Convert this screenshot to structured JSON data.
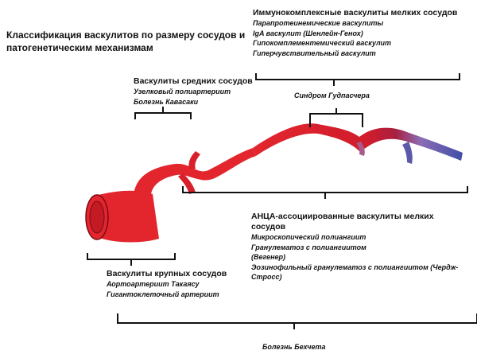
{
  "title": "Классификация васкулитов по размеру сосудов и патогенетическим механизмам",
  "groups": {
    "immune_small": {
      "heading": "Иммунокомплексные васкулиты мелких сосудов",
      "items": [
        "Парапротеинемические васкулиты",
        "IgA васкулит (Шенлейн-Генох)",
        "Гипокомплементемический васкулит",
        "Гиперчувствительный васкулит"
      ]
    },
    "goodpasture": {
      "label": "Синдром Гудпасчера"
    },
    "medium": {
      "heading": "Васкулиты средних сосудов",
      "items": [
        "Узелковый полиартериит",
        "Болезнь Кавасаки"
      ]
    },
    "anca_small": {
      "heading": "АНЦА-ассоциированные васкулиты мелких сосудов",
      "items": [
        "Микроскопический полиангиит",
        "Гранулематоз с полиангиитом (Вегенер)",
        "Эозинофильный гранулематоз с полиангиитом (Чердж-Стросс)"
      ]
    },
    "large": {
      "heading": "Васкулиты крупных сосудов",
      "items": [
        "Аортоартериит Такаясу",
        "Гигантоклеточный артериит"
      ]
    },
    "behcet": {
      "label": "Болезнь Бехчета"
    }
  },
  "colors": {
    "artery_red": "#e3262e",
    "artery_dark": "#b0141f",
    "vessel_purple": "#7a5aa8",
    "vein_blue": "#3f4fa6",
    "bracket": "#111111"
  }
}
